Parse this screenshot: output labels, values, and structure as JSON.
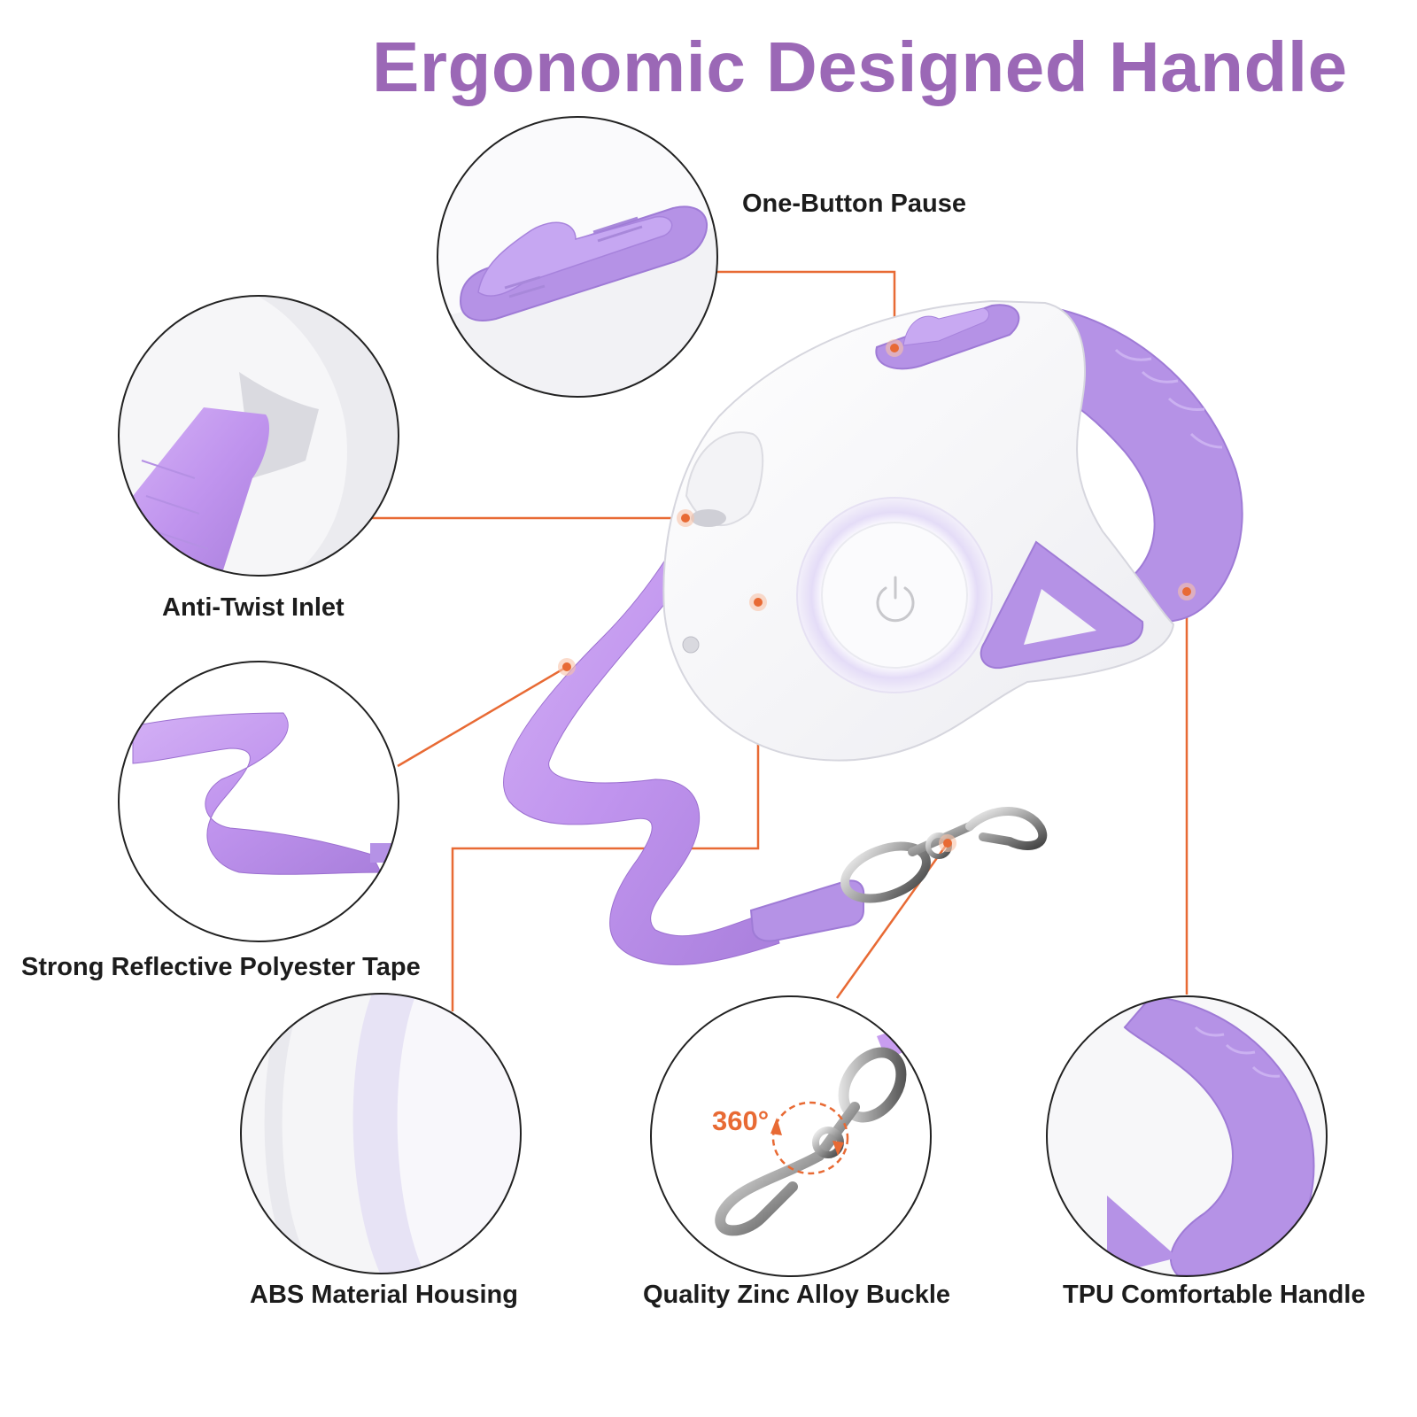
{
  "page": {
    "title": "Ergonomic Designed Handle",
    "background": "#ffffff"
  },
  "colors": {
    "title_purple": "#9b68b6",
    "lavender": "#c59df0",
    "lavender_dark": "#a57ad6",
    "callout_orange": "#e86a34",
    "housing_white": "#f7f7f9",
    "label_text": "#1c1c1c"
  },
  "features": [
    {
      "id": "one-button-pause",
      "label": "One-Button Pause"
    },
    {
      "id": "anti-twist-inlet",
      "label": "Anti-Twist Inlet"
    },
    {
      "id": "reflective-tape",
      "label": "Strong Reflective Polyester Tape"
    },
    {
      "id": "abs-housing",
      "label": "ABS Material Housing"
    },
    {
      "id": "zinc-buckle",
      "label": "Quality Zinc Alloy Buckle",
      "annotation": "360°"
    },
    {
      "id": "tpu-handle",
      "label": "TPU Comfortable Handle"
    }
  ],
  "icons": [
    "power-icon",
    "pause-button-icon",
    "swivel-rotation-icon"
  ]
}
